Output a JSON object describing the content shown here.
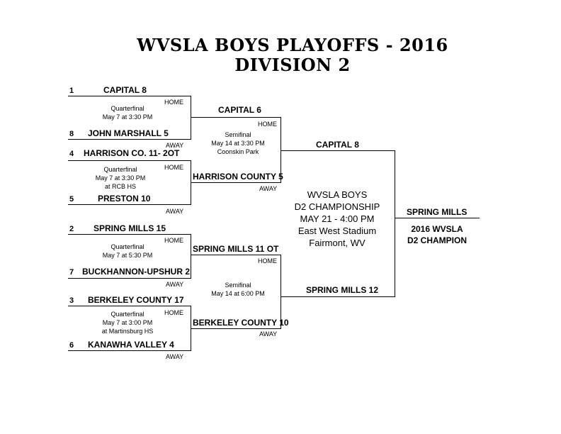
{
  "title": {
    "line1": "WVSLA BOYS PLAYOFFS - 2016",
    "line2": "DIVISION 2"
  },
  "quarterfinals": [
    {
      "top_seed": "1",
      "top_team": "CAPITAL  8",
      "home": "HOME",
      "info": [
        "Quarterfinal",
        "May 7 at 3:30 PM"
      ],
      "bottom_seed": "8",
      "bottom_team": "JOHN MARSHALL  5",
      "away": "AWAY"
    },
    {
      "top_seed": "4",
      "top_team": "HARRISON CO.  11- 2OT",
      "home": "HOME",
      "info": [
        "Quarterfinal",
        "May 7 at 3:30 PM",
        "at RCB HS"
      ],
      "bottom_seed": "5",
      "bottom_team": "PRESTON  10",
      "away": "AWAY"
    },
    {
      "top_seed": "2",
      "top_team": "SPRING MILLS  15",
      "home": "HOME",
      "info": [
        "Quarterfinal",
        "May 7 at 5:30 PM"
      ],
      "bottom_seed": "7",
      "bottom_team": "BUCKHANNON-UPSHUR  2",
      "away": "AWAY"
    },
    {
      "top_seed": "3",
      "top_team": "BERKELEY COUNTY  17",
      "home": "HOME",
      "info": [
        "Quarterfinal",
        "May 7 at 3:00 PM",
        "at Martinsburg HS"
      ],
      "bottom_seed": "6",
      "bottom_team": "KANAWHA VALLEY  4",
      "away": "AWAY"
    }
  ],
  "semifinals": [
    {
      "top_team": "CAPITAL  6",
      "home": "HOME",
      "info": [
        "Semifinal",
        "May 14 at 3:30 PM",
        "Coonskin Park"
      ],
      "bottom_team": "HARRISON COUNTY  5",
      "away": "AWAY"
    },
    {
      "top_team": "SPRING MILLS  11 OT",
      "home": "HOME",
      "info": [
        "Semifinal",
        "May 14 at 6:00 PM"
      ],
      "bottom_team": "BERKELEY COUNTY 10",
      "away": "AWAY"
    }
  ],
  "final": {
    "top_team": "CAPITAL  8",
    "bottom_team": "SPRING MILLS  12",
    "info": [
      "WVSLA BOYS",
      "D2 CHAMPIONSHIP",
      "MAY 21 - 4:00 PM",
      "East West Stadium",
      "Fairmont, WV"
    ]
  },
  "champion": {
    "team": "SPRING MILLS",
    "label": [
      "2016 WVSLA",
      "D2 CHAMPION"
    ]
  }
}
